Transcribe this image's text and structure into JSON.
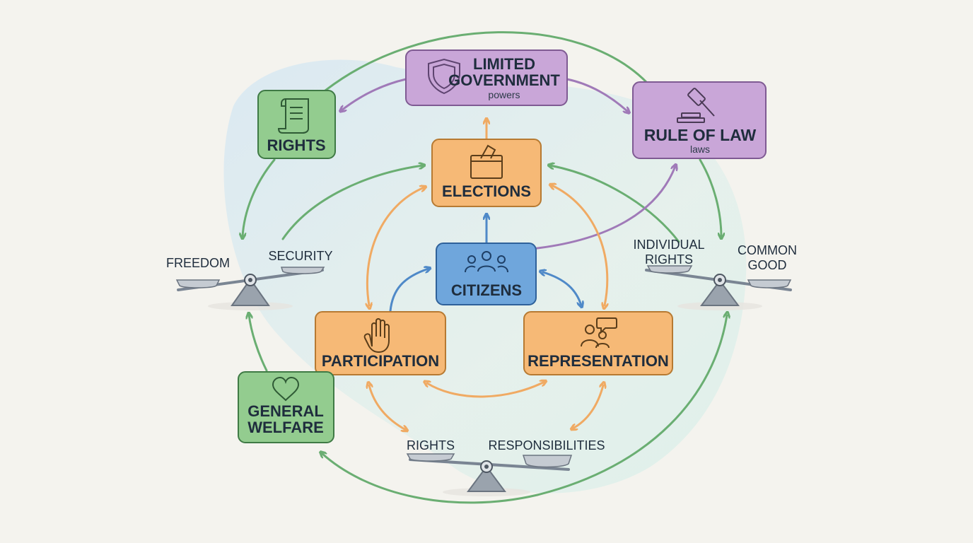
{
  "nodes": {
    "limited_government": {
      "title_line1": "LIMITED",
      "title_line2": "GOVERNMENT",
      "subtitle": "powers",
      "icon": "shield-icon"
    },
    "rule_of_law": {
      "title": "RULE OF LAW",
      "subtitle": "laws",
      "icon": "gavel-icon"
    },
    "rights": {
      "title": "RIGHTS",
      "icon": "scroll-icon"
    },
    "elections": {
      "title": "ELECTIONS",
      "icon": "ballot-box-icon"
    },
    "citizens": {
      "title": "CITIZENS",
      "icon": "people-icon"
    },
    "participation": {
      "title": "PARTICIPATION",
      "icon": "raised-hand-icon"
    },
    "representation": {
      "title": "REPRESENTATION",
      "icon": "speech-people-icon"
    },
    "general_welfare": {
      "title_line1": "GENERAL",
      "title_line2": "WELFARE",
      "icon": "heart-icon"
    }
  },
  "balances": {
    "left": {
      "left_label": "FREEDOM",
      "right_label": "SECURITY"
    },
    "right": {
      "left_label_line1": "INDIVIDUAL",
      "left_label_line2": "RIGHTS",
      "right_label_line1": "COMMON",
      "right_label_line2": "GOOD"
    },
    "bottom": {
      "left_label": "RIGHTS",
      "right_label": "RESPONSIBILITIES"
    }
  },
  "colors": {
    "purple_fill": "#c9a6d8",
    "purple_stroke": "#7f5a93",
    "green_fill": "#93cc8f",
    "green_stroke": "#3f7a45",
    "orange_fill": "#f6b976",
    "orange_stroke": "#b77a32",
    "blue_fill": "#6fa6dc",
    "blue_stroke": "#2f619a",
    "green_arrow": "#6aae72",
    "purple_arrow": "#a07ab8",
    "orange_arrow": "#f0aa63",
    "blue_arrow": "#4f89c8",
    "scale": "#7a8593"
  }
}
